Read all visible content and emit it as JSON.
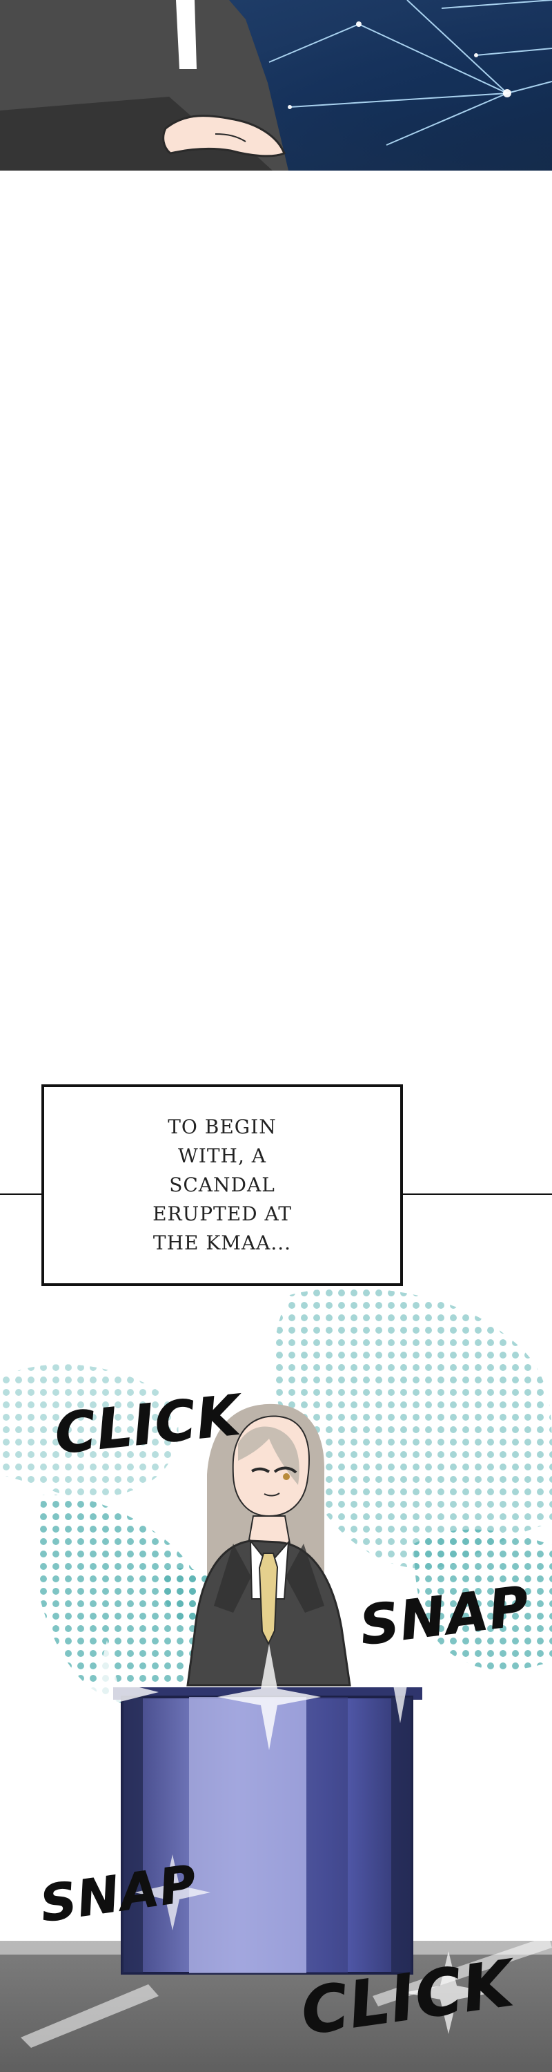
{
  "caption": {
    "text": "TO BEGIN WITH, A SCANDAL ERUPTED AT THE KMAA..."
  },
  "sound_effects": {
    "click_top": "CLICK",
    "snap_right": "SNAP",
    "snap_bottom": "SNAP",
    "click_bottom": "CLICK"
  },
  "colors": {
    "background": "#ffffff",
    "panel_top_dark": "#0f2a55",
    "panel_top_light": "#5aa8ff",
    "suit": "#474747",
    "suit_shadow": "#2f2f2f",
    "hair": "#bdb4aa",
    "tie": "#e5d08d",
    "podium": "#4a4f99",
    "podium_light": "#8e95db",
    "dots": "#5eb5b5"
  },
  "icons": {
    "network_lines": "network-lines",
    "flash_sparkle": "camera-flash-icon"
  }
}
